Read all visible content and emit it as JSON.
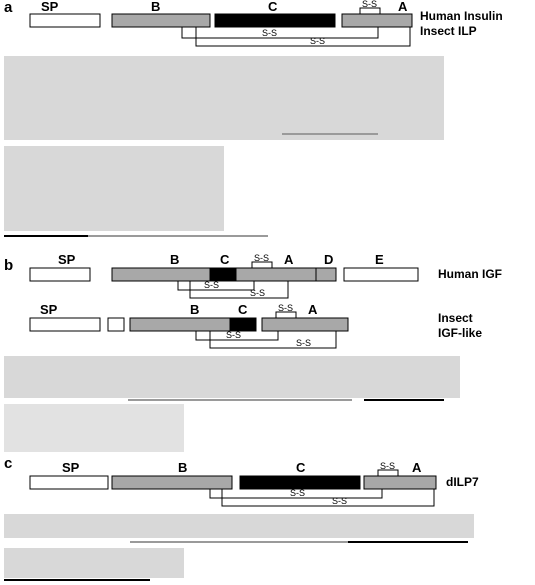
{
  "panels": [
    {
      "letter": "a",
      "titles": [
        "Human Insulin",
        "Insect ILP"
      ],
      "domains": {
        "sp": "SP",
        "b": "B",
        "c": "C",
        "a": "A"
      },
      "disulfides": {
        "intra_a": "S-S",
        "inter_1": "S-S",
        "inter_2": "S-S"
      }
    },
    {
      "letter": "b",
      "titles_igf": [
        "Human IGF"
      ],
      "titles_insect": [
        "Insect",
        "IGF-like"
      ],
      "domains": {
        "sp": "SP",
        "b": "B",
        "c": "C",
        "a": "A",
        "d": "D",
        "e": "E"
      },
      "domains_insect": {
        "sp": "SP",
        "b": "B",
        "c": "C",
        "a": "A"
      },
      "disulfides": {
        "intra_a": "S-S",
        "inter_1": "S-S",
        "inter_2": "S-S"
      },
      "disulfides_insect": {
        "intra_a": "S-S",
        "inter_1": "S-S",
        "inter_2": "S-S"
      }
    },
    {
      "letter": "c",
      "titles": [
        "dILP7"
      ],
      "domains": {
        "sp": "SP",
        "b": "B",
        "c": "C",
        "a": "A"
      },
      "disulfides": {
        "intra_a": "S-S",
        "inter_1": "S-S",
        "inter_2": "S-S"
      }
    }
  ],
  "colors": {
    "gray_domain": "#a8a8a8",
    "c_peptide": "#000000",
    "signal_peptide": "#ffffff"
  }
}
